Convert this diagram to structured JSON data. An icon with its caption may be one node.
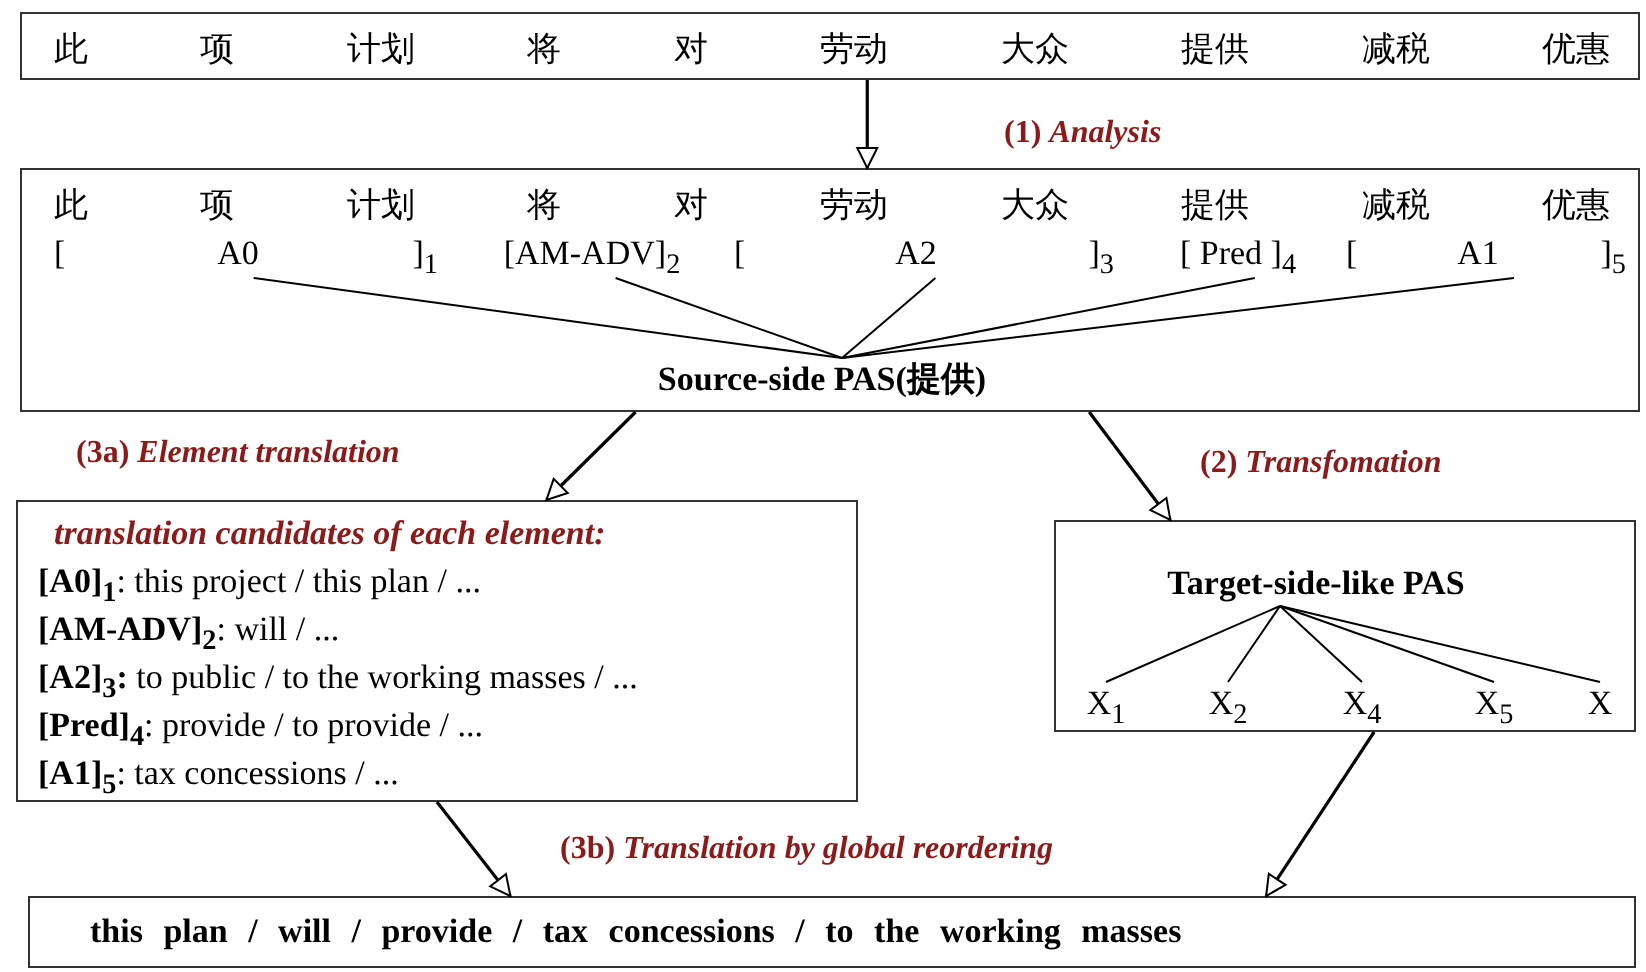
{
  "diagram": {
    "nodes": [
      {
        "text": [
          "此",
          "项",
          "计划",
          "将",
          "对",
          "劳动",
          "大众",
          "提供",
          "减税",
          "优惠"
        ]
      },
      {
        "text": [
          "此",
          "项",
          "计划",
          "将",
          "对",
          "劳动",
          "大众",
          "提供",
          "减税",
          "优惠"
        ]
      },
      {
        "text": [
          "[ A0 ]$_{1}$"
        ],
        "in": 1
      },
      {
        "text": [
          "[AM-ADV]$_{2}$"
        ],
        "in": 1
      },
      {
        "text": [
          "[ A2 ]$_{3}$"
        ],
        "in": 1
      },
      {
        "text": [
          "[ Pred ]$_{4}$"
        ],
        "in": 1
      },
      {
        "text": [
          "[ A1 ]$_{5}$"
        ],
        "in": 1
      },
      {
        "text": [
          "Source-side PAS(提供)"
        ],
        "in": 1
      },
      {
        "text": [
          "translation candidates of each element:",
          "**[A0]$_{1}$**: this project / this plan / ...",
          "**[AM-ADV]$_{2}$**: will / ...",
          "**[A2]$_{3}$:** to public / to the working masses / ...",
          "**[Pred]$_{4}$**: provide / to provide / ...",
          "**[A1]$_{5}$**: tax concessions / ..."
        ]
      },
      {
        "text": [],
        "shape": "box"
      },
      {
        "text": [
          "Target-side-like PAS"
        ],
        "in": 9
      },
      {
        "text": [
          "X$_{1}$"
        ],
        "in": 9
      },
      {
        "text": [
          "X$_{2}$"
        ],
        "in": 9
      },
      {
        "text": [
          "X$_{4}$"
        ],
        "in": 9
      },
      {
        "text": [
          "X$_{5}$"
        ],
        "in": 9
      },
      {
        "text": [
          "X"
        ],
        "in": 9
      },
      {
        "text": [
          "this plan / will / provide / tax concessions / to the working masses"
        ]
      }
    ],
    "edges": [
      {
        "from": 0,
        "to": 1,
        "arrow": "to",
        "label": "(1) *Analysis*"
      },
      {
        "from": 2,
        "to": 7,
        "arrow": "none"
      },
      {
        "from": 3,
        "to": 7,
        "arrow": "none"
      },
      {
        "from": 4,
        "to": 7,
        "arrow": "none"
      },
      {
        "from": 5,
        "to": 7,
        "arrow": "none"
      },
      {
        "from": 6,
        "to": 7,
        "arrow": "none"
      },
      {
        "from": 1,
        "to": 8,
        "arrow": "to",
        "label": "(3a) *Element translation*"
      },
      {
        "from": 1,
        "to": 9,
        "arrow": "to",
        "label": "(2) *Transfomation*"
      },
      {
        "from": 10,
        "to": 11,
        "arrow": "none"
      },
      {
        "from": 10,
        "to": 12,
        "arrow": "none"
      },
      {
        "from": 10,
        "to": 13,
        "arrow": "none"
      },
      {
        "from": 10,
        "to": 14,
        "arrow": "none"
      },
      {
        "from": 10,
        "to": 15,
        "arrow": "none"
      },
      {
        "from": 8,
        "to": 16,
        "arrow": "to"
      },
      {
        "from": 9,
        "to": 16,
        "arrow": "to"
      }
    ],
    "labels": [
      "(3b) *Translation by global reordering*"
    ]
  }
}
